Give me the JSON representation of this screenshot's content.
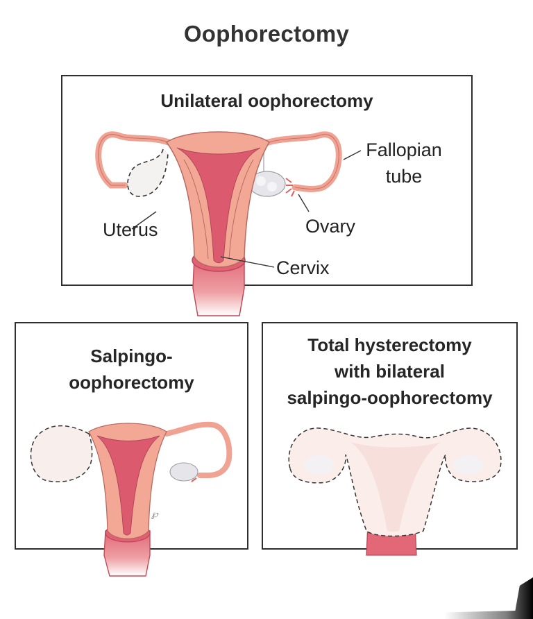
{
  "title": "Oophorectomy",
  "panels": {
    "unilateral": {
      "heading": "Unilateral oophorectomy",
      "labels": {
        "fallopian_line1": "Fallopian",
        "fallopian_line2": "tube",
        "uterus": "Uterus",
        "ovary": "Ovary",
        "cervix": "Cervix"
      }
    },
    "salpingo": {
      "heading_line1": "Salpingo-",
      "heading_line2": "oophorectomy"
    },
    "total": {
      "heading_line1": "Total hysterectomy",
      "heading_line2": "with bilateral",
      "heading_line3": "salpingo-oophorectomy"
    }
  },
  "colors": {
    "tissue": "#f2a593",
    "tissue_dark": "#d9546a",
    "tissue_outline": "#c06a62",
    "ovary": "#e8e8ec",
    "removed_fill": "#fbeeea",
    "text": "#262626",
    "border": "#2e2e2e"
  }
}
